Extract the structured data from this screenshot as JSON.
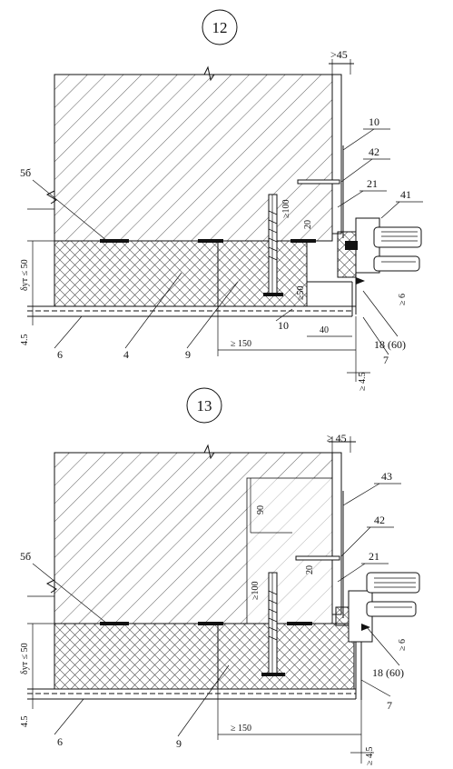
{
  "drawings": [
    {
      "id": "12",
      "labels": {
        "dim_top": ">45",
        "c10a": "10",
        "c42": "42",
        "c21": "21",
        "c41": "41",
        "c5b": "5б",
        "dim100": "≥100",
        "dim20": "20",
        "dim50": "≥50",
        "delta": "δут ≤ 50",
        "dim45l": "4.5",
        "c6": "6",
        "c4": "4",
        "c9": "9",
        "c10b": "10",
        "dim40": "40",
        "dim6": "≥ 6",
        "c18": "18 (60)",
        "dim150": "≥ 150",
        "c7": "7",
        "dim45r": "≥ 4.5"
      }
    },
    {
      "id": "13",
      "labels": {
        "dim_top": "≥ 45",
        "c43": "43",
        "c42": "42",
        "c21": "21",
        "c5b": "5б",
        "dim90": "90",
        "dim20": "20",
        "dim100": "≥100",
        "delta": "δут ≤ 50",
        "dim45l": "4.5",
        "dim6": "≥ 6",
        "c18": "18 (60)",
        "c7": "7",
        "c6": "6",
        "c9": "9",
        "dim150": "≥ 150",
        "dim45r": "≥ 4.5"
      }
    }
  ]
}
